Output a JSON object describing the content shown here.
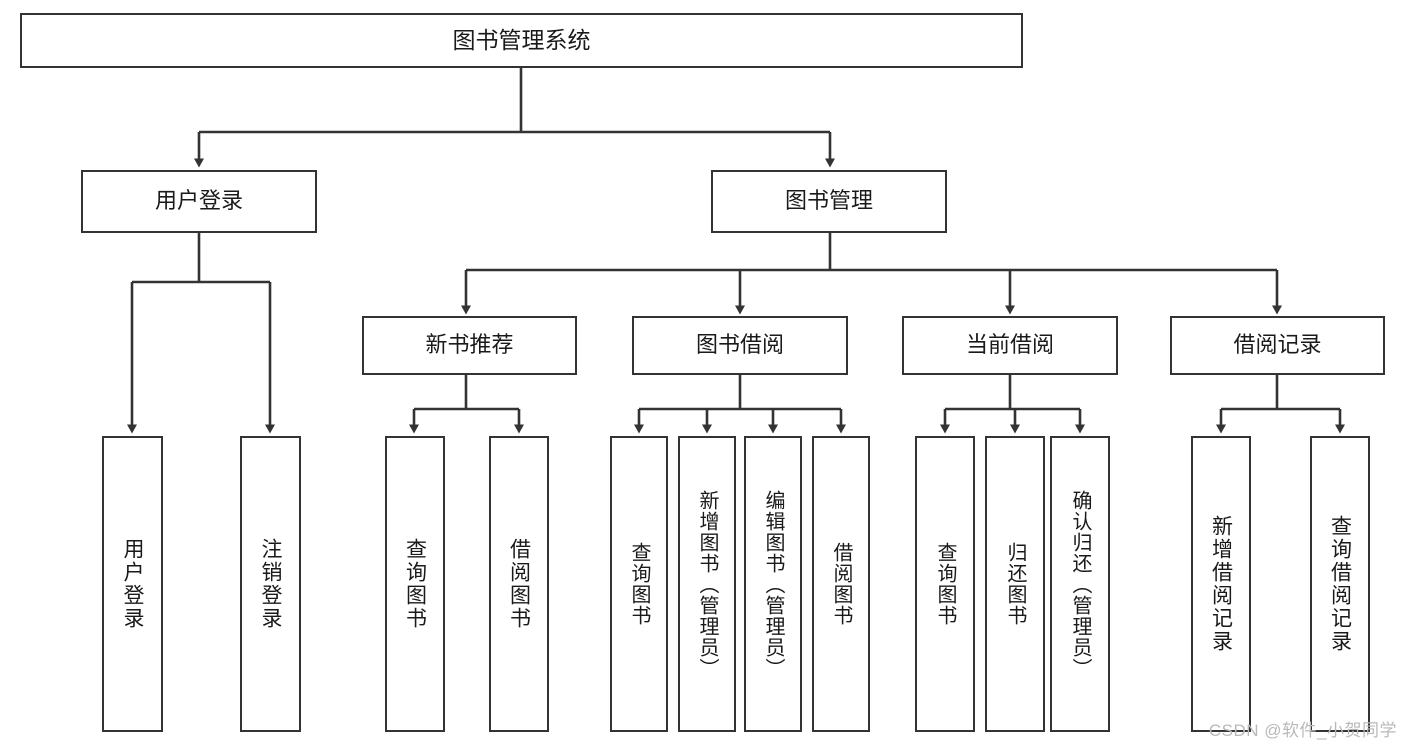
{
  "diagram": {
    "title": "图书管理系统",
    "type": "tree-hierarchy-chart",
    "watermark": "CSDN @软件_小贺同学",
    "colors": {
      "box_border": "#333333",
      "box_fill": "#ffffff",
      "edge": "#333333",
      "text": "#1a1a1a",
      "watermark": "#b9b9b9"
    },
    "root": {
      "label": "图书管理系统"
    },
    "level2": [
      {
        "id": "user-login",
        "label": "用户登录"
      },
      {
        "id": "book-management",
        "label": "图书管理"
      }
    ],
    "level3": [
      {
        "id": "new-book-recommend",
        "label": "新书推荐"
      },
      {
        "id": "book-borrow",
        "label": "图书借阅"
      },
      {
        "id": "current-borrow",
        "label": "当前借阅"
      },
      {
        "id": "borrow-record",
        "label": "借阅记录"
      }
    ],
    "leaves": {
      "user_login": [
        {
          "id": "leaf-user-login",
          "label": "用户登录"
        },
        {
          "id": "leaf-logout",
          "label": "注销登录"
        }
      ],
      "new_book_recommend": [
        {
          "id": "leaf-query-book-1",
          "label": "查询图书"
        },
        {
          "id": "leaf-borrow-book-1",
          "label": "借阅图书"
        }
      ],
      "book_borrow": [
        {
          "id": "leaf-query-book-2",
          "label": "查询图书"
        },
        {
          "id": "leaf-add-book",
          "label": "新增图书（管理员）"
        },
        {
          "id": "leaf-edit-book",
          "label": "编辑图书（管理员）"
        },
        {
          "id": "leaf-borrow-book-2",
          "label": "借阅图书"
        }
      ],
      "current_borrow": [
        {
          "id": "leaf-query-book-3",
          "label": "查询图书"
        },
        {
          "id": "leaf-return-book",
          "label": "归还图书"
        },
        {
          "id": "leaf-confirm-return",
          "label": "确认归还（管理员）"
        }
      ],
      "borrow_record": [
        {
          "id": "leaf-add-record",
          "label": "新增借阅记录"
        },
        {
          "id": "leaf-query-record",
          "label": "查询借阅记录"
        }
      ]
    }
  }
}
